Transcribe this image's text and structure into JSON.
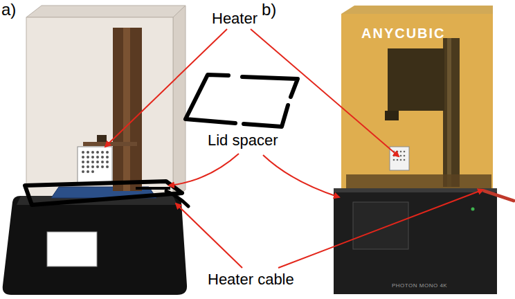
{
  "diagram": {
    "labels": [
      "a)",
      "b)",
      "Heater",
      "Lid spacer",
      "Heater cable",
      "ANYCUBIC",
      "PHOTON MONO 4K"
    ]
  }
}
